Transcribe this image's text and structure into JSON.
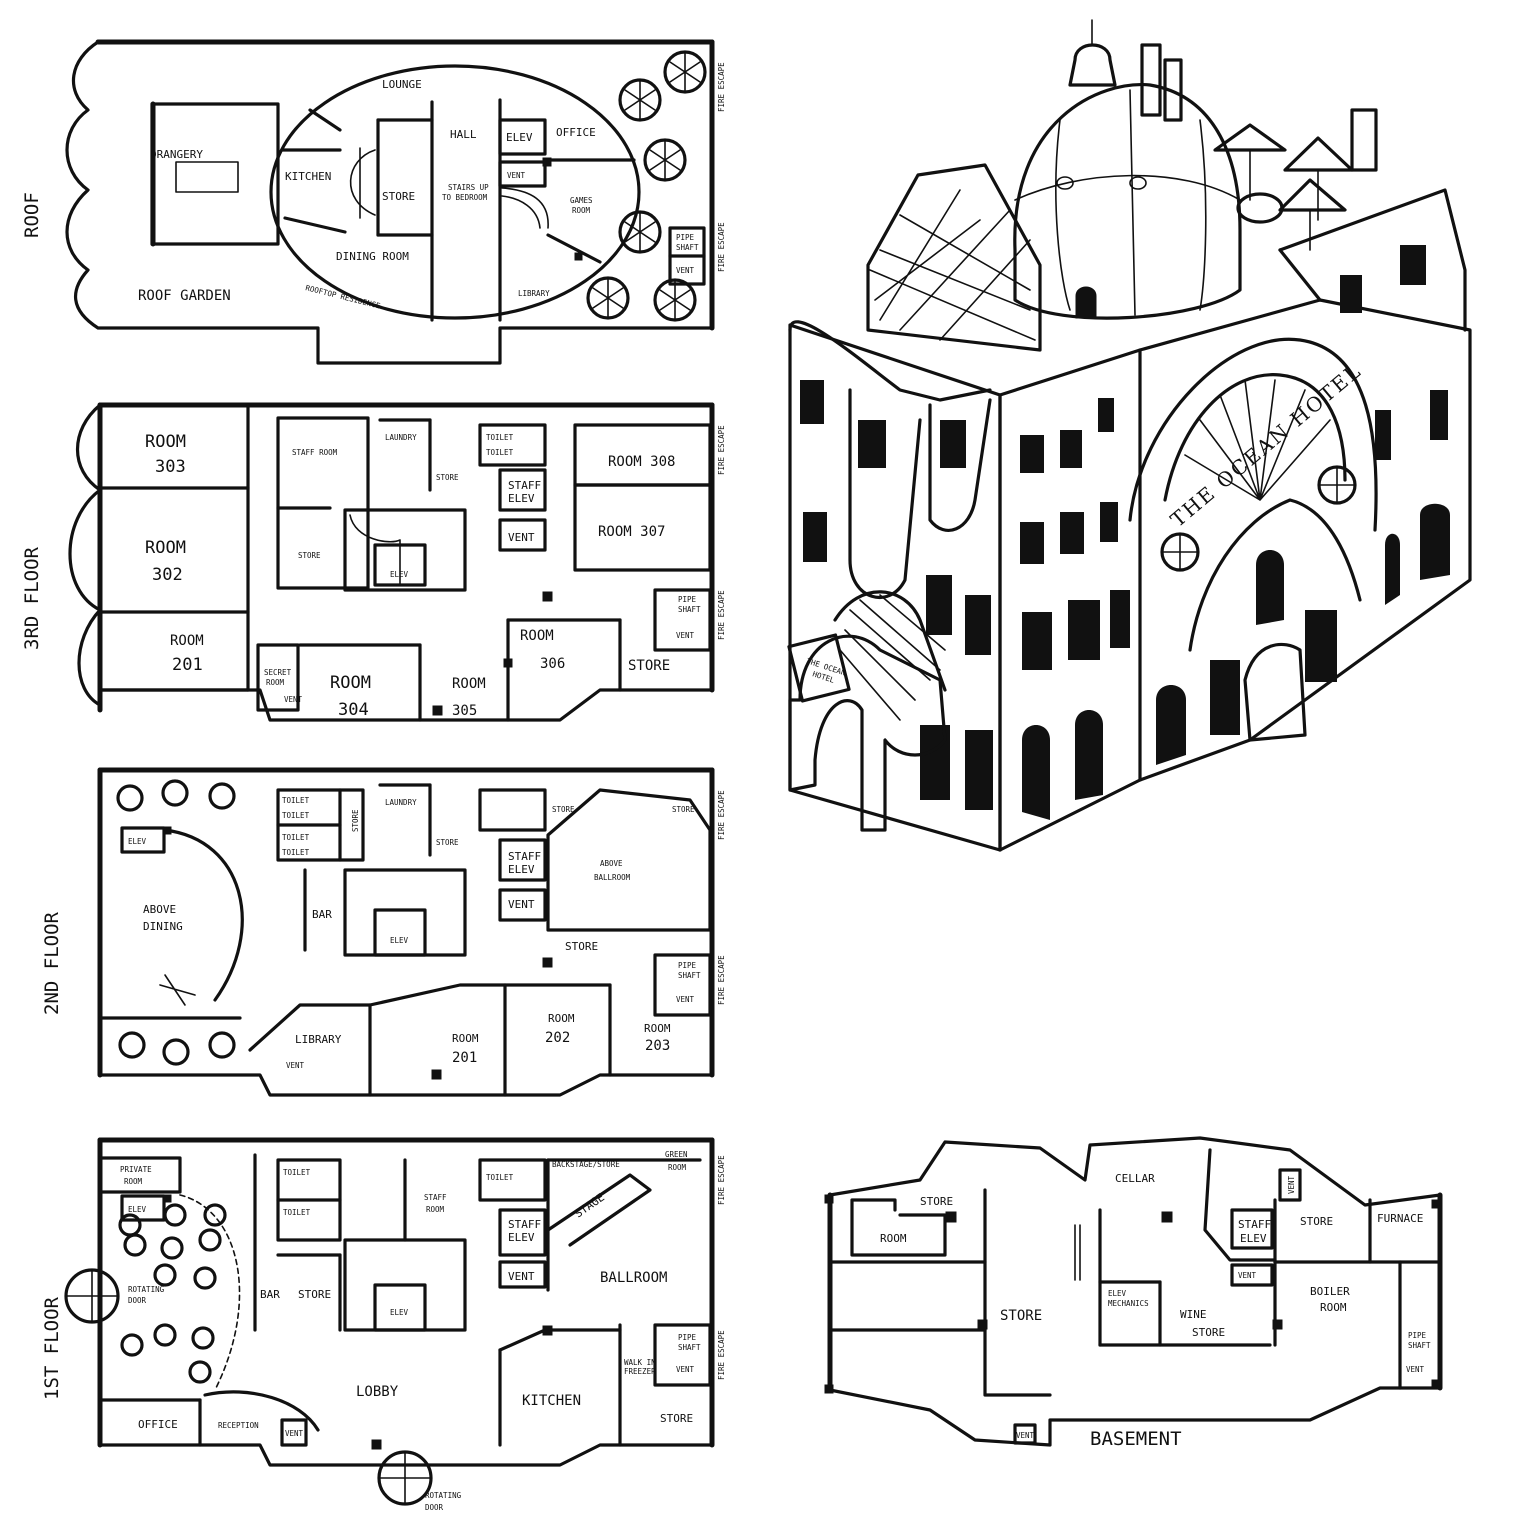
{
  "floors": {
    "roof": {
      "title": "ROOF",
      "rooms": {
        "orangery": "ORANGERY",
        "lounge": "LOUNGE",
        "kitchen": "KITCHEN",
        "store": "STORE",
        "hall": "HALL",
        "elev": "ELEV",
        "office": "OFFICE",
        "vent": "VENT",
        "stairs_up_1": "STAIRS UP",
        "stairs_up_2": "TO BEDROOM",
        "games_1": "GAMES",
        "games_2": "ROOM",
        "dining": "DINING ROOM",
        "library": "LIBRARY",
        "pipe_1": "PIPE",
        "pipe_2": "SHAFT",
        "vent2": "VENT",
        "garden": "ROOF GARDEN",
        "residence": "ROOFTOP RESIDENCE",
        "fire1": "FIRE ESCAPE",
        "fire2": "FIRE ESCAPE"
      }
    },
    "third": {
      "title": "3RD FLOOR",
      "rooms": {
        "r303a": "ROOM",
        "r303b": "303",
        "r302a": "ROOM",
        "r302b": "302",
        "r201a": "ROOM",
        "r201b": "201",
        "staff": "STAFF ROOM",
        "laundry": "LAUNDRY",
        "toilet1": "TOILET",
        "toilet2": "TOILET",
        "store_small": "STORE",
        "staff_elev_1": "STAFF",
        "staff_elev_2": "ELEV",
        "vent": "VENT",
        "r308": "ROOM 308",
        "r307": "ROOM 307",
        "store": "STORE",
        "elev": "ELEV",
        "pipe_1": "PIPE",
        "pipe_2": "SHAFT",
        "vent2": "VENT",
        "secret_1": "SECRET",
        "secret_2": "ROOM",
        "vent3": "VENT",
        "r304a": "ROOM",
        "r304b": "304",
        "r305": "ROOM",
        "r305b": "305",
        "r306": "ROOM",
        "r306b": "306",
        "store2": "STORE",
        "fire1": "FIRE ESCAPE",
        "fire2": "FIRE ESCAPE"
      }
    },
    "second": {
      "title": "2ND FLOOR",
      "rooms": {
        "elev": "ELEV",
        "toilet1": "TOILET",
        "toilet2": "TOILET",
        "toilet3": "TOILET",
        "toilet4": "TOILET",
        "laundry": "LAUNDRY",
        "store_v": "STORE",
        "store_small": "STORE",
        "store_a": "STORE",
        "store_b": "STORE",
        "staff_elev_1": "STAFF",
        "staff_elev_2": "ELEV",
        "above_ball_1": "ABOVE",
        "above_ball_2": "BALLROOM",
        "above_din_1": "ABOVE",
        "above_din_2": "DINING",
        "bar": "BAR",
        "elev2": "ELEV",
        "vent": "VENT",
        "store_c": "STORE",
        "pipe_1": "PIPE",
        "pipe_2": "SHAFT",
        "vent2": "VENT",
        "library": "LIBRARY",
        "vent3": "VENT",
        "r201a": "ROOM",
        "r201b": "201",
        "r202a": "ROOM",
        "r202b": "202",
        "r203a": "ROOM",
        "r203b": "203",
        "fire1": "FIRE ESCAPE",
        "fire2": "FIRE ESCAPE"
      }
    },
    "first": {
      "title": "1ST FLOOR",
      "rooms": {
        "private_1": "PRIVATE",
        "private_2": "ROOM",
        "elev": "ELEV",
        "toilet1": "TOILET",
        "toilet2": "TOILET",
        "toilet3": "TOILET",
        "staff_1": "STAFF",
        "staff_2": "ROOM",
        "backstage": "BACKSTAGE/STORE",
        "green_1": "GREEN",
        "green_2": "ROOM",
        "stage": "STAGE",
        "staff_elev_1": "STAFF",
        "staff_elev_2": "ELEV",
        "vent": "VENT",
        "ballroom": "BALLROOM",
        "rot_1": "ROTATING",
        "rot_2": "DOOR",
        "bar": "BAR",
        "store": "STORE",
        "elev2": "ELEV",
        "pipe_1": "PIPE",
        "pipe_2": "SHAFT",
        "vent2": "VENT",
        "walkin_1": "WALK IN",
        "walkin_2": "FREEZER",
        "lobby": "LOBBY",
        "kitchen": "KITCHEN",
        "office": "OFFICE",
        "reception": "RECEPTION",
        "vent3": "VENT",
        "store2": "STORE",
        "rot2_1": "ROTATING",
        "rot2_2": "DOOR",
        "fire1": "FIRE ESCAPE",
        "fire2": "FIRE ESCAPE"
      }
    },
    "basement": {
      "title": "BASEMENT",
      "rooms": {
        "store_room_1": "STORE",
        "store_room_2": "ROOM",
        "cellar": "CELLAR",
        "staff_elev_1": "STAFF",
        "staff_elev_2": "ELEV",
        "store": "STORE",
        "furnace": "FURNACE",
        "vent": "VENT",
        "vent_small": "VENT",
        "store2": "STORE",
        "elev_mech_1": "ELEV",
        "elev_mech_2": "MECHANICS",
        "wine_1": "WINE",
        "wine_2": "STORE",
        "boiler_1": "BOILER",
        "boiler_2": "ROOM",
        "pipe_1": "PIPE",
        "pipe_2": "SHAFT",
        "vent2": "VENT",
        "vent3": "VENT"
      }
    }
  },
  "building": {
    "sign_main": "THE OCEAN HOTEL",
    "sign_1": "THE OCEAN",
    "sign_2": "HOTEL"
  }
}
